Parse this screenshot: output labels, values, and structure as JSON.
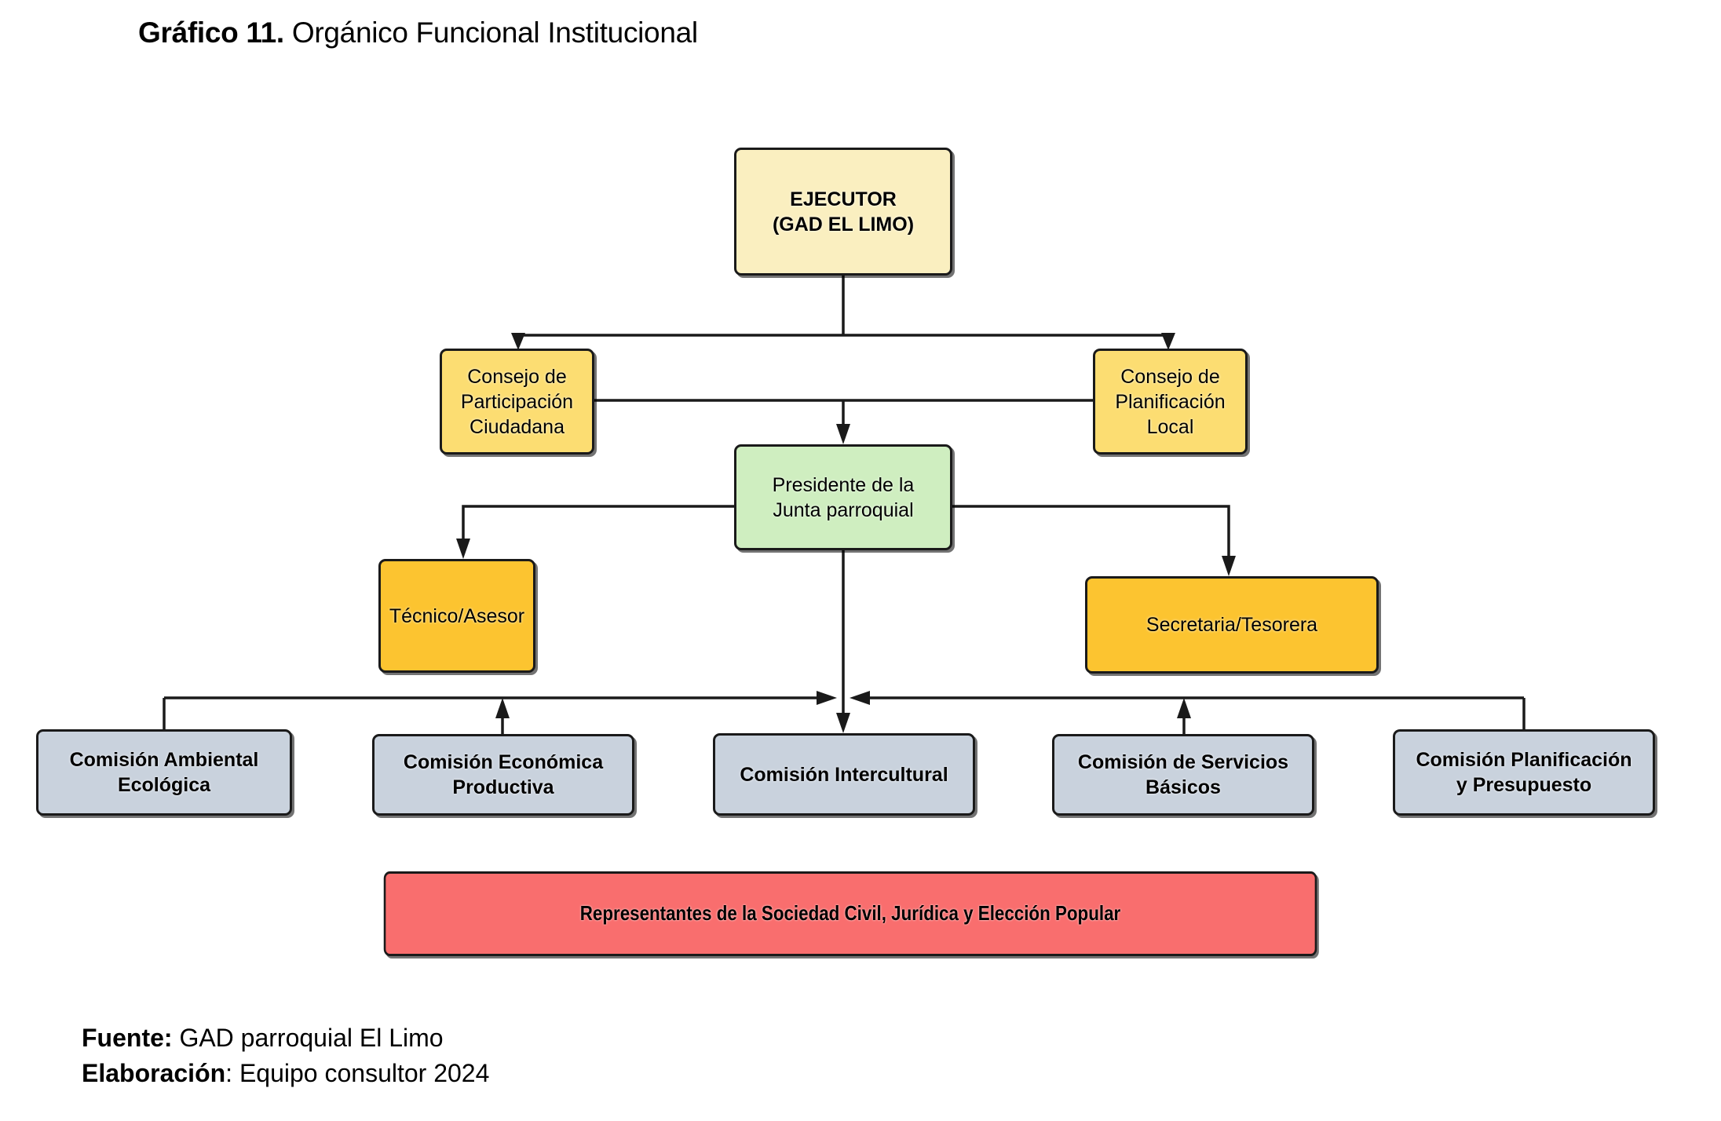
{
  "title": {
    "prefix": "Gráfico 11.",
    "text": " Orgánico Funcional Institucional"
  },
  "diagram": {
    "type": "organizational-chart",
    "nodes": [
      {
        "id": "ejecutor",
        "label": "EJECUTOR\n(GAD EL LIMO)",
        "level": 1,
        "color": "#faefc0"
      },
      {
        "id": "consejo-participacion",
        "label": "Consejo de\nParticipación\nCiudadana",
        "level": 2,
        "color": "#fcdd72"
      },
      {
        "id": "consejo-planificacion",
        "label": "Consejo de\nPlanificación\nLocal",
        "level": 2,
        "color": "#fcdd72"
      },
      {
        "id": "presidente",
        "label": "Presidente de la\nJunta parroquial",
        "level": 3,
        "color": "#cfeec0"
      },
      {
        "id": "tecnico-asesor",
        "label": "Técnico/Asesor",
        "level": 4,
        "color": "#fcc430"
      },
      {
        "id": "secretaria-tesorera",
        "label": "Secretaria/Tesorera",
        "level": 4,
        "color": "#fcc430"
      },
      {
        "id": "comision-ambiental",
        "label": "Comisión Ambiental\nEcológica",
        "level": 5,
        "color": "#c9d2dd"
      },
      {
        "id": "comision-economica",
        "label": "Comisión Económica\nProductiva",
        "level": 5,
        "color": "#c9d2dd"
      },
      {
        "id": "comision-intercultural",
        "label": "Comisión Intercultural",
        "level": 5,
        "color": "#c9d2dd"
      },
      {
        "id": "comision-servicios",
        "label": "Comisión de Servicios\nBásicos",
        "level": 5,
        "color": "#c9d2dd"
      },
      {
        "id": "comision-planificacion",
        "label": "Comisión Planificación\ny Presupuesto",
        "level": 5,
        "color": "#c9d2dd"
      },
      {
        "id": "representantes",
        "label": "Representantes de la Sociedad Civil, Jurídica y Elección Popular",
        "level": 6,
        "color": "#f96e6e"
      }
    ],
    "edges": [
      {
        "from": "ejecutor",
        "to": "consejo-participacion"
      },
      {
        "from": "ejecutor",
        "to": "consejo-planificacion"
      },
      {
        "from": "ejecutor",
        "to": "presidente"
      },
      {
        "from": "consejo-participacion",
        "to": "presidente"
      },
      {
        "from": "consejo-planificacion",
        "to": "presidente"
      },
      {
        "from": "presidente",
        "to": "tecnico-asesor"
      },
      {
        "from": "presidente",
        "to": "secretaria-tesorera"
      },
      {
        "from": "presidente",
        "to": "comision-intercultural"
      },
      {
        "from": "comision-ambiental",
        "to": "presidente"
      },
      {
        "from": "comision-economica",
        "to": "presidente"
      },
      {
        "from": "comision-servicios",
        "to": "presidente"
      },
      {
        "from": "comision-planificacion",
        "to": "presidente"
      }
    ]
  },
  "footer": {
    "source_label": "Fuente:",
    "source_value": " GAD parroquial El Limo",
    "author_label": "Elaboración",
    "author_value": ": Equipo consultor 2024"
  }
}
